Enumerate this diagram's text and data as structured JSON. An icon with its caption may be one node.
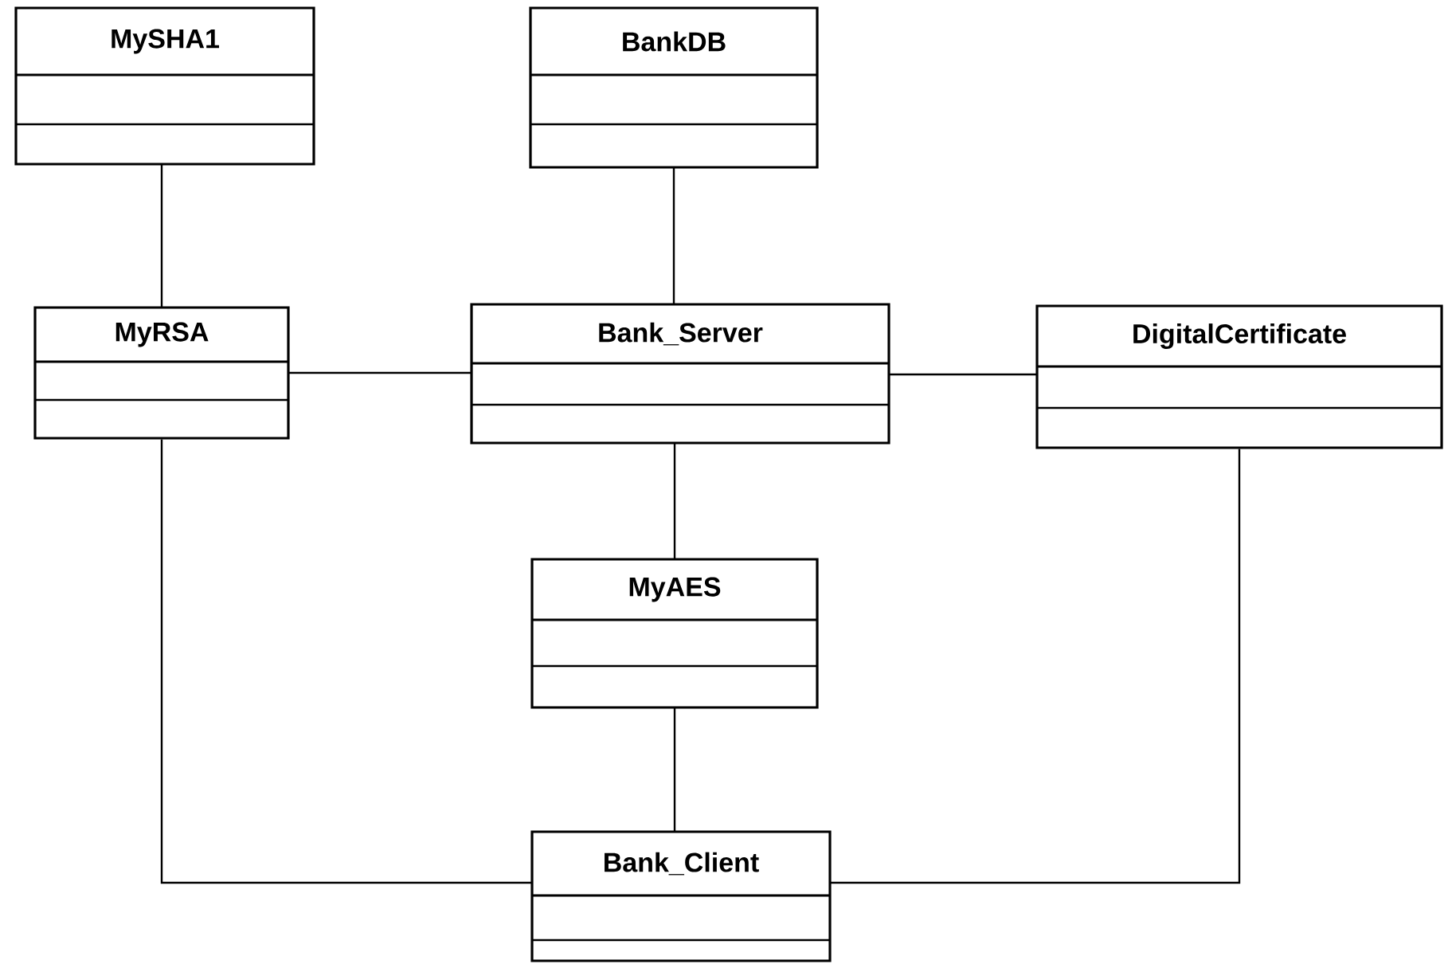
{
  "diagram": {
    "nodes": [
      {
        "text": [
          "MySHA1"
        ]
      },
      {
        "text": [
          "BankDB"
        ]
      },
      {
        "text": [
          "MyRSA"
        ]
      },
      {
        "text": [
          "Bank_Server"
        ]
      },
      {
        "text": [
          "DigitalCertificate"
        ]
      },
      {
        "text": [
          "MyAES"
        ]
      },
      {
        "text": [
          "Bank_Client"
        ]
      }
    ],
    "edges": [
      {
        "from": 0,
        "to": 2,
        "arrow": "none"
      },
      {
        "from": 1,
        "to": 3,
        "arrow": "none"
      },
      {
        "from": 2,
        "to": 3,
        "arrow": "none"
      },
      {
        "from": 3,
        "to": 4,
        "arrow": "none"
      },
      {
        "from": 3,
        "to": 5,
        "arrow": "none"
      },
      {
        "from": 5,
        "to": 6,
        "arrow": "none"
      },
      {
        "from": 2,
        "to": 6,
        "arrow": "none"
      },
      {
        "from": 4,
        "to": 6,
        "arrow": "none"
      }
    ]
  }
}
